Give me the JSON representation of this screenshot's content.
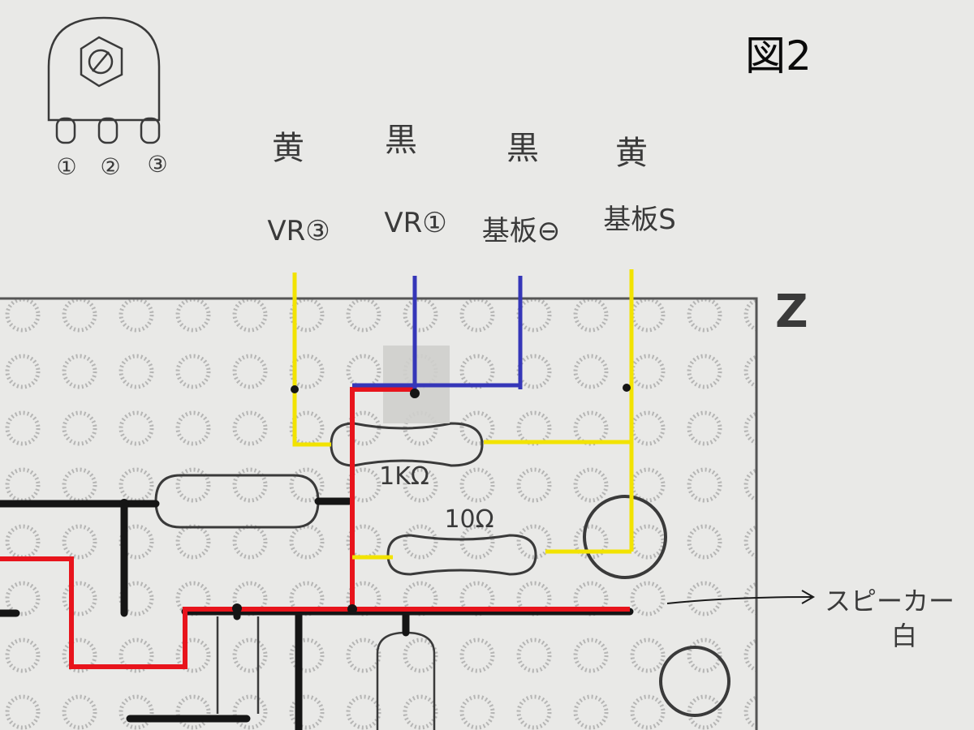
{
  "figure": {
    "title": "図2",
    "board_mark": "Z"
  },
  "potentiometer": {
    "pins": [
      "①",
      "②",
      "③"
    ]
  },
  "wires": [
    {
      "color_name": "黄",
      "destination": "VR③",
      "color": "#f2e300"
    },
    {
      "color_name": "黒",
      "destination": "VR①",
      "color": "#3536b8"
    },
    {
      "color_name": "黒",
      "destination": "基板⊖",
      "color": "#3536b8"
    },
    {
      "color_name": "黄",
      "destination": "基板S",
      "color": "#f2e300"
    }
  ],
  "components": {
    "resistor_1": "1KΩ",
    "resistor_2": "10Ω"
  },
  "speaker": {
    "label": "スピーカー",
    "wire_color": "白"
  },
  "colors": {
    "paper": "#e9e9e7",
    "pencil": "#3a3a3a",
    "red_trace": "#e8141c",
    "yellow_wire": "#f2e300",
    "blue_wire": "#3536b8",
    "black_trace": "#151515"
  }
}
